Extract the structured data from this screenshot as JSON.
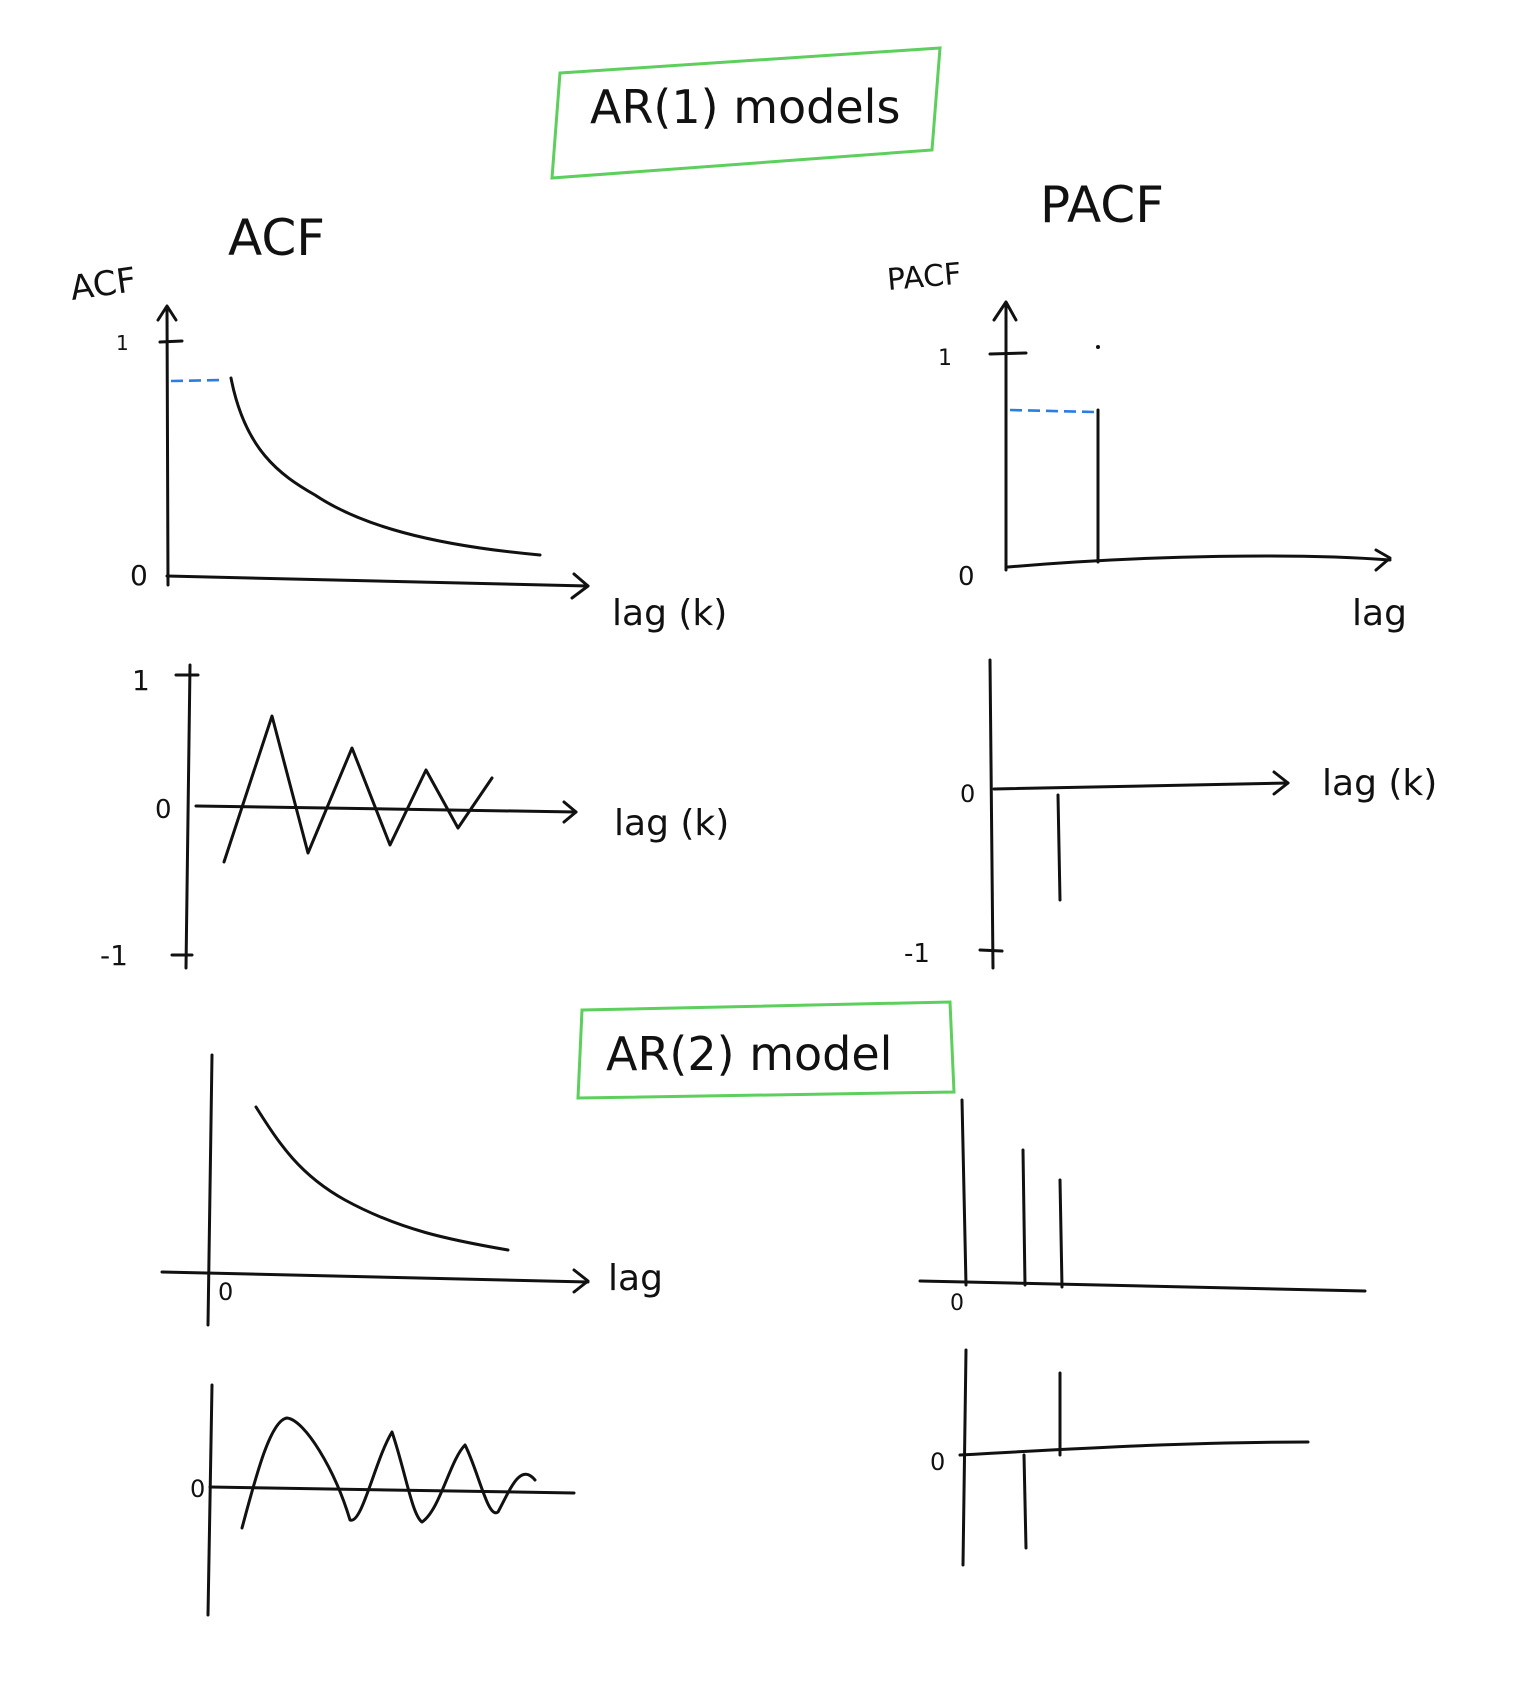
{
  "titles": {
    "ar1": "AR(1) models",
    "ar2": "AR(2) model",
    "acf": "ACF",
    "pacf": "PACF"
  },
  "labels": {
    "acf_axis": "ACF",
    "pacf_axis": "PACF",
    "lag_k": "lag (k)",
    "lag": "lag",
    "one": "1",
    "zero": "0",
    "minus_one": "-1"
  },
  "colors": {
    "ink": "#111111",
    "dash": "#2a7de1",
    "box": "#5ccf5c"
  }
}
